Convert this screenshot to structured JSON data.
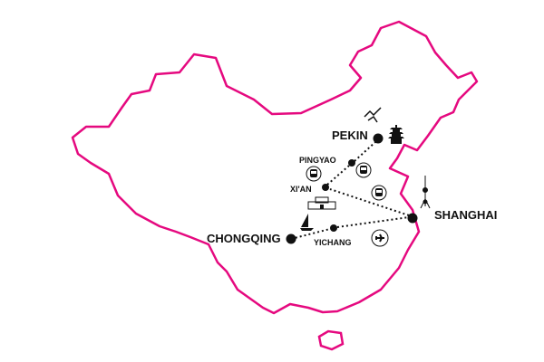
{
  "map": {
    "outline_color": "#e5097f",
    "cities": [
      {
        "id": "pekin",
        "name": "PEKIN",
        "size": "large"
      },
      {
        "id": "pingyao",
        "name": "PINGYAO",
        "size": "small"
      },
      {
        "id": "xian",
        "name": "XI'AN",
        "size": "small"
      },
      {
        "id": "shanghai",
        "name": "SHANGHAI",
        "size": "large"
      },
      {
        "id": "yichang",
        "name": "YICHANG",
        "size": "small"
      },
      {
        "id": "chongqing",
        "name": "CHONGQING",
        "size": "large"
      }
    ],
    "transport_icons": [
      "train-icon",
      "train-icon",
      "train-icon",
      "plane-icon",
      "boat-icon"
    ],
    "landmark_icons": [
      "great-wall-icon",
      "pagoda-icon",
      "city-wall-icon",
      "pearl-tower-icon"
    ]
  }
}
